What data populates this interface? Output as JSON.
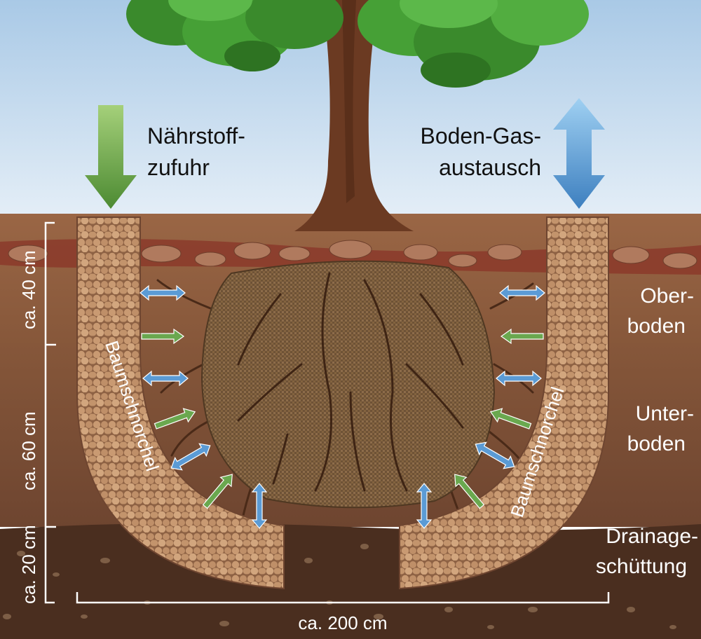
{
  "top_labels": {
    "nutrient_line1": "Nährstoff-",
    "nutrient_line2": "zufuhr",
    "gas_line1": "Boden-Gas-",
    "gas_line2": "austausch"
  },
  "layers": {
    "topsoil_line1": "Ober-",
    "topsoil_line2": "boden",
    "subsoil_line1": "Unter-",
    "subsoil_line2": "boden",
    "drainage_line1": "Drainage-",
    "drainage_line2": "schüttung"
  },
  "dimensions": {
    "depth_top": "ca. 40 cm",
    "depth_mid": "ca. 60 cm",
    "depth_bottom": "ca. 20 cm",
    "width": "ca. 200 cm"
  },
  "snorkel": {
    "left_label": "Baumschnorchel",
    "right_label": "Baumschnorchel"
  },
  "colors": {
    "nutrient_arrow": "#6aa84f",
    "gas_arrow": "#5b9bd5",
    "topsoil": "#8a5a3c",
    "subsoil": "#7a4d32",
    "drainage": "#4a2e1f",
    "sky": "#d7e7f4",
    "leaves": "#3f8f2f",
    "trunk": "#6b3a22"
  }
}
